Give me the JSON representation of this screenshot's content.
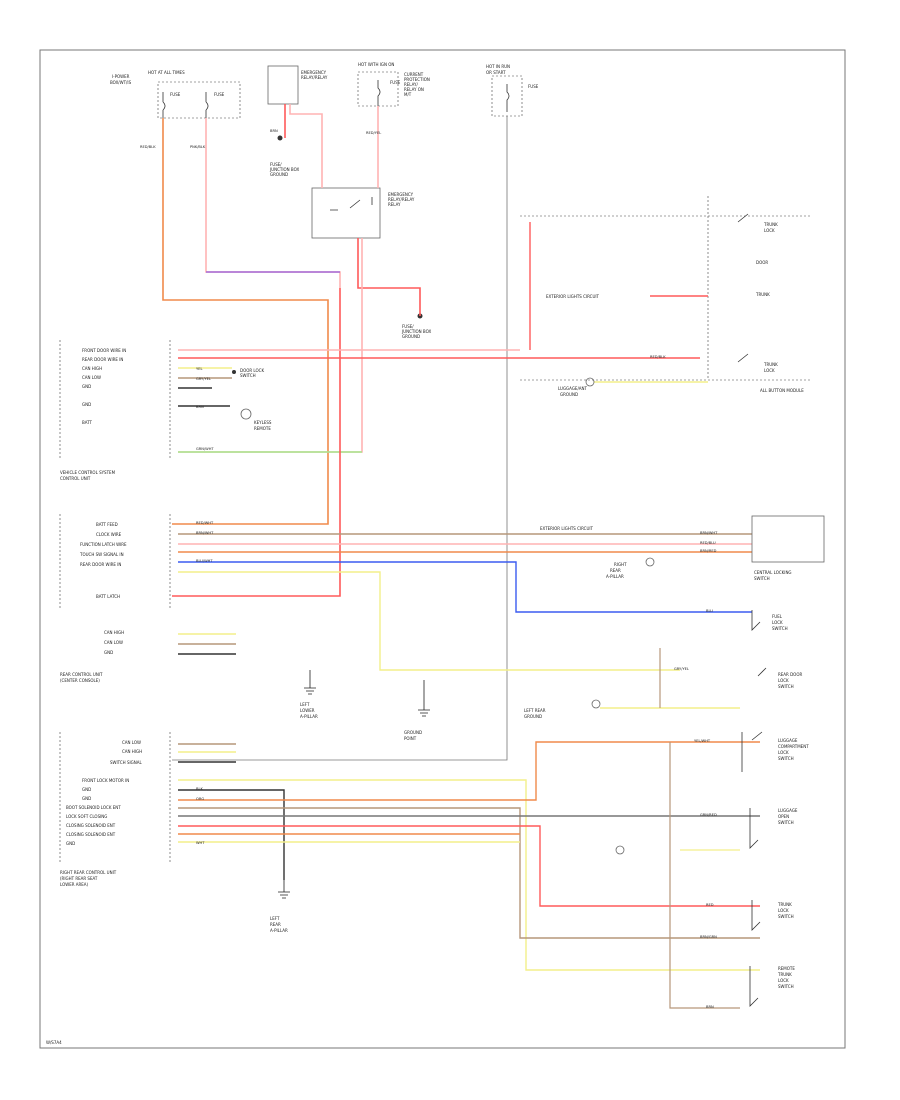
{
  "wires": {
    "red": "#ff5a5a",
    "pink": "#ffb3b3",
    "purple": "#a46bd8",
    "orange": "#f08a4b",
    "brown": "#b6977a",
    "yellow": "#f3ef8a",
    "green": "#a6e58a",
    "blue": "#3b5cf0",
    "gray": "#777777",
    "black": "#333333"
  },
  "component_labels": {
    "fuse_block_left": [
      "I-POWER",
      "BOX/WT/IS"
    ],
    "fuse_block_mid": [
      "HOT AT ALL TIMES",
      "FUSE",
      "FUSE"
    ],
    "emergency_box": [
      "EMERGENCY",
      "RELAY/RELAY"
    ],
    "wipers_fuse": [
      "HOT WITH IGN ON",
      "FUSE"
    ],
    "current_relay": [
      "CURRENT",
      "PROTECTION",
      "RELAY/",
      "RELAY ON",
      "M/T"
    ],
    "hot_in_run": [
      "HOT IN RUN",
      "OR START",
      "FUSE"
    ],
    "fuse_junction_1": [
      "FUSE/",
      "JUNCTION BOX",
      "GROUND"
    ],
    "emergency_relay": [
      "EMERGENCY",
      "RELAY/RELAY",
      "RELAY"
    ],
    "fuse_junction_2": [
      "FUSE/",
      "JUNCTION BOX",
      "GROUND"
    ],
    "vehicle_control_module": [
      "VEHICLE CONTROL SYSTEM",
      "CONTROL UNIT"
    ],
    "door_lock_switch": [
      "DOOR LOCK",
      "SWITCH"
    ],
    "keyless_remote": [
      "KEYLESS",
      "REMOTE"
    ],
    "rear_control_unit": [
      "REAR CONTROL UNIT",
      "(CENTER CONSOLE)"
    ],
    "left_lower_a_pillar": [
      "LEFT",
      "LOWER",
      "A-PILLAR"
    ],
    "ground_point": [
      "GROUND",
      "POINT"
    ],
    "right_rear_control_unit": [
      "RIGHT REAR CONTROL UNIT",
      "(RIGHT REAR SEAT",
      "LOWER AREA)"
    ],
    "left_rear_a_pillar": [
      "LEFT",
      "REAR",
      "A-PILLAR"
    ],
    "luggage_ground": [
      "LUGGAGE/ANT",
      "GROUND"
    ],
    "all_button_module": "ALL BUTTON MODULE",
    "central_locking_switch": [
      "CENTRAL LOCKING",
      "SWITCH"
    ],
    "right_rear_a_pillar": [
      "RIGHT",
      "REAR",
      "A-PILLAR"
    ],
    "left_rear_ground": [
      "LEFT REAR",
      "GROUND"
    ],
    "fuel_lock_switch": [
      "FUEL",
      "LOCK",
      "SWITCH"
    ],
    "rear_door_lock_switch": [
      "REAR DOOR",
      "LOCK",
      "SWITCH"
    ],
    "luggage_lock_switch": [
      "LUGGAGE",
      "COMPARTMENT",
      "LOCK",
      "SWITCH"
    ],
    "luggage_open_switch": [
      "LUGGAGE",
      "OPEN",
      "SWITCH"
    ],
    "trunk_lock_switch": [
      "TRUNK",
      "LOCK",
      "SWITCH"
    ],
    "remote_trunk_switch": [
      "REMOTE",
      "TRUNK",
      "LOCK",
      "SWITCH"
    ],
    "exterior_lights_circuit_1": "EXTERIOR LIGHTS CIRCUIT",
    "exterior_lights_circuit_2": "EXTERIOR LIGHTS CIRCUIT"
  },
  "switch_labels": {
    "top_switch": [
      "TRUNK",
      "LOCK"
    ],
    "row2": "DOOR",
    "row3": "TRUNK",
    "row5": [
      "TRUNK",
      "LOCK"
    ]
  },
  "pin_labels": {
    "vcs": [
      "FRONT DOOR WIRE IN",
      "REAR DOOR WIRE IN",
      "CAN HIGH",
      "CAN LOW",
      "GND",
      "",
      "GND",
      "",
      "BATT"
    ],
    "rcu": [
      "BATT FEED",
      "CLOCK WIRE",
      "FUNCTION LATCH WIRE",
      "TOUCH SW SIGNAL IN",
      "REAR DOOR WIRE IN",
      "",
      "BATT LATCH"
    ],
    "rcu_can": [
      "CAN HIGH",
      "CAN LOW",
      "GND"
    ],
    "rrcu": [
      "CAN LOW",
      "CAN HIGH",
      "SWITCH SIGNAL"
    ],
    "rrcu2": [
      "FRONT LOCK MOTOR IN",
      "GND",
      "GND",
      "BOOT SOLENOID LOCK ENT",
      "LOCK SOFT CLOSING",
      "CLOSING SOLENOID ENT",
      "CLOSING SOLENOID ENT",
      "GND"
    ]
  },
  "wire_codes": {
    "w1": "RED/BLK",
    "w2": "PNK/BLK",
    "w3": "BRN",
    "w4": "RED/YEL",
    "w5": "YEL",
    "w6": "GRY/YEL",
    "w7": "BRN",
    "w8": "GRN/WHT",
    "w9": "RED/WHT",
    "w10": "BRN/WHT",
    "w11": "BLU/WHT",
    "w12": "BLU",
    "w13": "BRN/WHT",
    "w14": "RED/BLU",
    "w15": "BRN/RED",
    "w16": "YEL/WHT",
    "w17": "GRY/YEL",
    "w18": "RED",
    "w19": "BRN/GRN",
    "w20": "RED/BLK",
    "w21": "ORG",
    "w22": "BLK",
    "w23": "GRN/RED",
    "w24": "BRN",
    "w25": "WHT"
  },
  "footer_code": "W/S7A4"
}
